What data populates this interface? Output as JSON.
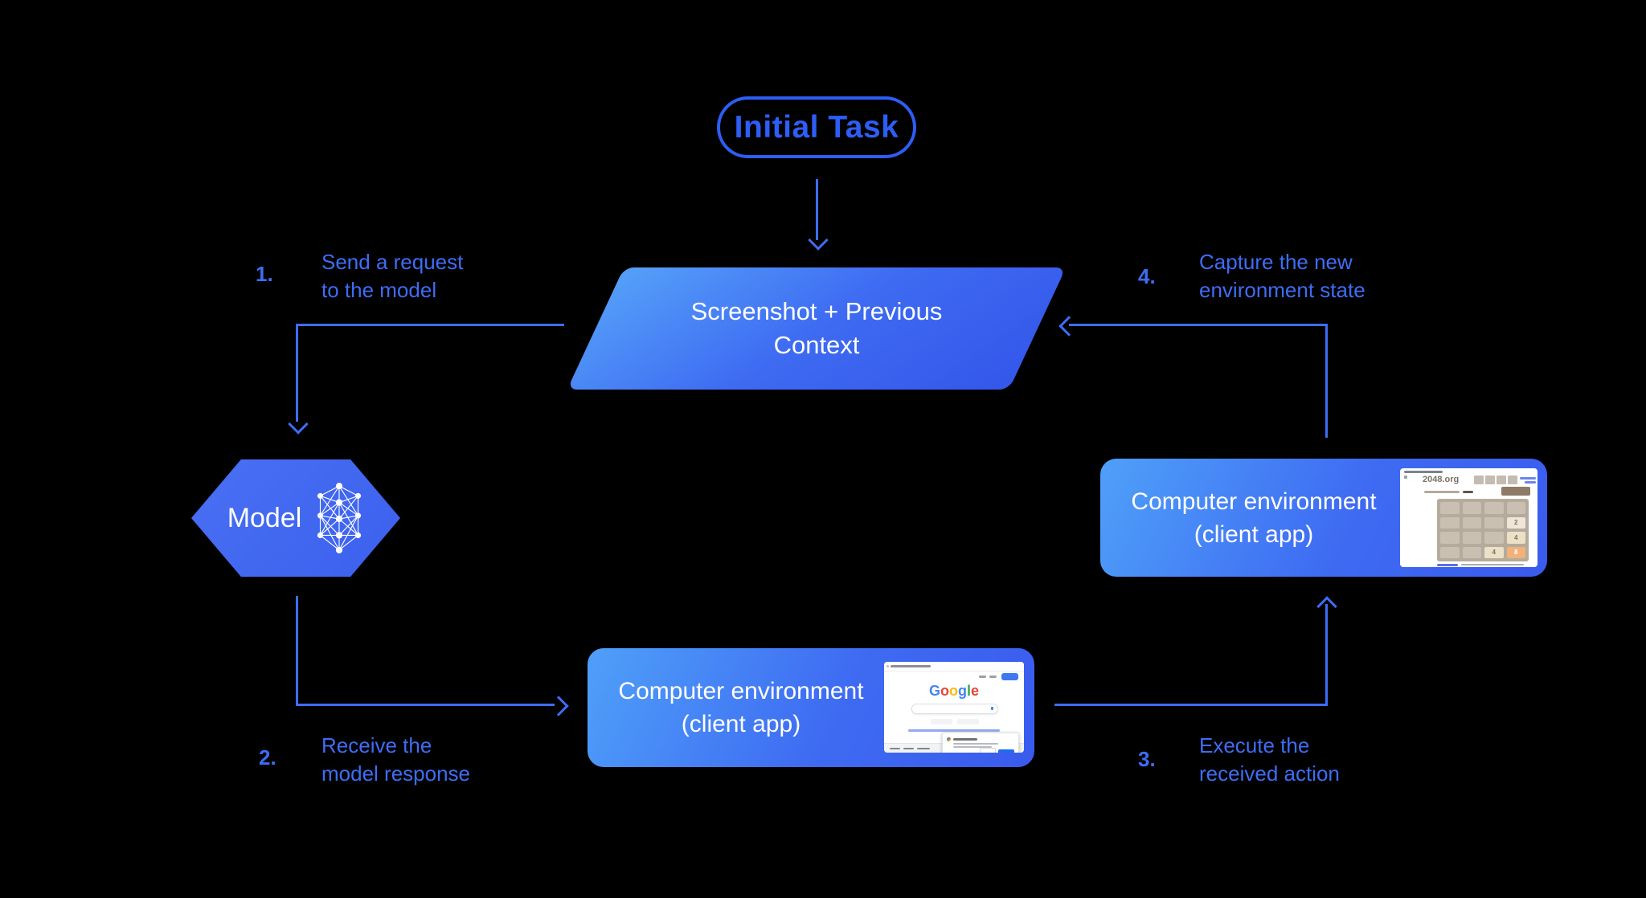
{
  "colors": {
    "background": "#000000",
    "accent_blue": "#3E6DF5",
    "pill_blue": "#2D5EF6",
    "shape_gradient_light": "#4FA0F9",
    "shape_gradient_dark": "#3A5BEE",
    "node_text": "#FFFFFF"
  },
  "initial_task": {
    "label": "Initial Task"
  },
  "screenshot_context": {
    "line1": "Screenshot + Previous",
    "line2": "Context"
  },
  "model": {
    "label": "Model"
  },
  "env_box_right": {
    "line1": "Computer environment",
    "line2": "(client app)"
  },
  "env_box_bottom": {
    "line1": "Computer environment",
    "line2": "(client app)"
  },
  "steps": [
    {
      "num": "1.",
      "line1": "Send a request",
      "line2": "to the model"
    },
    {
      "num": "2.",
      "line1": "Receive the",
      "line2": "model response"
    },
    {
      "num": "3.",
      "line1": "Execute the",
      "line2": "received action"
    },
    {
      "num": "4.",
      "line1": "Capture the new",
      "line2": "environment state"
    }
  ],
  "screens": {
    "game": {
      "title": "2048.org",
      "tiles": [
        "",
        "",
        "",
        "",
        "",
        "",
        "",
        "2",
        "",
        "",
        "",
        "4",
        "",
        "",
        "4",
        "8"
      ]
    },
    "google": {
      "logo": [
        "G",
        "o",
        "o",
        "g",
        "l",
        "e"
      ]
    }
  }
}
